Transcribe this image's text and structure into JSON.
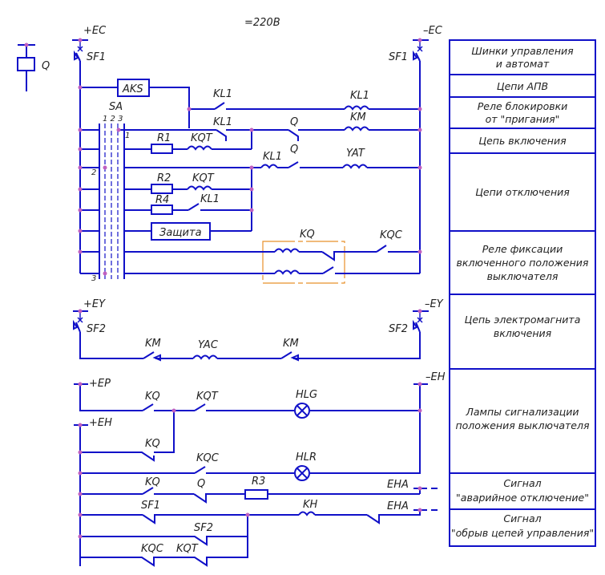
{
  "title": "=220В",
  "legend_relay": "Q",
  "buses": {
    "plus_ec": "+EC",
    "minus_ec": "–EC",
    "plus_ey": "+EY",
    "minus_ey": "–EY",
    "plus_ep": "+EP",
    "plus_eh": "+EH",
    "minus_eh": "–EH",
    "eha1": "EHA",
    "eha2": "EHA"
  },
  "breakers": {
    "sf1_left": "SF1",
    "sf1_right": "SF1",
    "sf2_left": "SF2",
    "sf2_right": "SF2"
  },
  "switch": {
    "name": "SA",
    "cols": "1 2 3",
    "pos1": "1",
    "pos2": "2",
    "pos3": "3"
  },
  "components": {
    "aks": "AKS",
    "kl1_contact_apv": "KL1",
    "kl1_coil": "KL1",
    "kl1_nc": "KL1",
    "q_nc": "Q",
    "km_coil": "KM",
    "r1": "R1",
    "kqt_1": "KQT",
    "kl1_coil2": "KL1",
    "q_no": "Q",
    "yat": "YAT",
    "r2": "R2",
    "kqt_2": "KQT",
    "r4": "R4",
    "kl1_no": "KL1",
    "protection": "Защита",
    "kq": "KQ",
    "kqc": "KQC",
    "km_1": "KM",
    "yac": "YAC",
    "km_2": "KM",
    "kq_1": "KQ",
    "kqt_3": "KQT",
    "hlg": "HLG",
    "kq_2": "KQ",
    "kqc_2": "KQC",
    "hlr": "HLR",
    "kq_3": "KQ",
    "q_3": "Q",
    "r3": "R3",
    "sf1_sig": "SF1",
    "kh": "KH",
    "sf2_sig": "SF2",
    "kqc_3": "KQC",
    "kqt_4": "KQT"
  },
  "table": [
    [
      "Шинки управления",
      "и автомат"
    ],
    [
      "Цепи АПВ"
    ],
    [
      "Реле блокировки",
      "от \"пригания\""
    ],
    [
      "Цепь включения"
    ],
    [
      "Цепи отключения"
    ],
    [
      "Реле фиксации",
      "включенного положения",
      "выключателя"
    ],
    [
      "Цепь электромагнита",
      "включения"
    ],
    [
      "Лампы сигнализации",
      "положения выключателя"
    ],
    [
      "Сигнал",
      "\"аварийное отключение\""
    ],
    [
      "Сигнал",
      "\"обрыв цепей управления\""
    ]
  ]
}
